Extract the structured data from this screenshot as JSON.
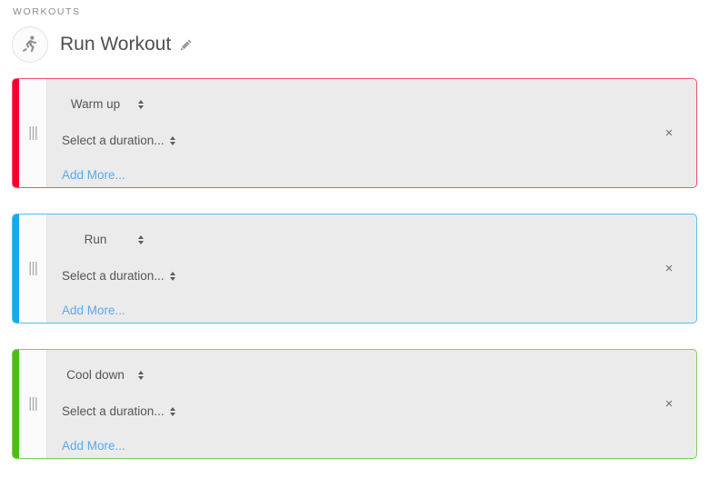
{
  "header": {
    "section_label": "WORKOUTS",
    "workout_title": "Run Workout",
    "avatar_icon": "runner-icon",
    "edit_icon": "pencil-icon"
  },
  "colors": {
    "accent_warmup": "#f5002d",
    "accent_run": "#18a9e8",
    "accent_cooldown": "#4cbc18",
    "border_warmup": "#f2526f",
    "border_run": "#55c0ef",
    "border_cooldown": "#7ed05a",
    "card_background": "#ebebeb",
    "gutter_background": "#fafafa",
    "link": "#5aa9ec",
    "text": "#555555",
    "label": "#8c8c8c"
  },
  "common": {
    "duration_placeholder": "Select a duration...",
    "add_more_label": "Add More...",
    "remove_label": "×",
    "drag_handle_icon": "drag-handle-icon",
    "close_icon": "close-icon"
  },
  "segments": [
    {
      "type_label": "Warm up",
      "duration_label": "Select a duration...",
      "add_more_label": "Add More...",
      "accent": "#f5002d",
      "border": "#f2526f",
      "name": "warm-up"
    },
    {
      "type_label": "Run",
      "duration_label": "Select a duration...",
      "add_more_label": "Add More...",
      "accent": "#18a9e8",
      "border": "#55c0ef",
      "name": "run"
    },
    {
      "type_label": "Cool down",
      "duration_label": "Select a duration...",
      "add_more_label": "Add More...",
      "accent": "#4cbc18",
      "border": "#7ed05a",
      "name": "cool-down"
    }
  ],
  "type_options": [
    "Warm up",
    "Run",
    "Cool down"
  ],
  "duration_options": [
    "Select a duration..."
  ]
}
